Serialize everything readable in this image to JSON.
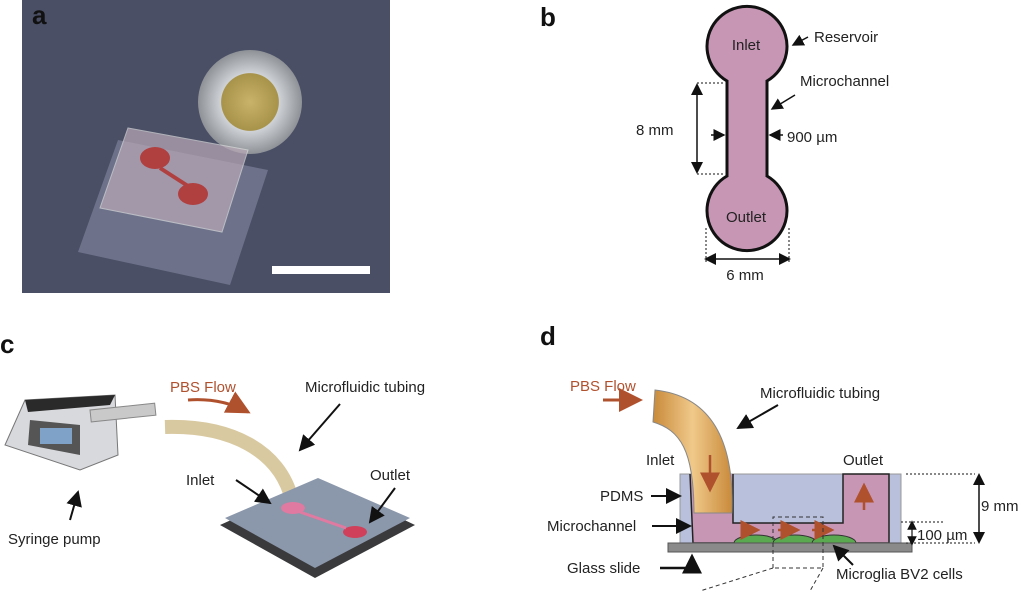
{
  "panels": {
    "a": {
      "letter": "a"
    },
    "b": {
      "letter": "b",
      "inlet": "Inlet",
      "outlet": "Outlet",
      "reservoir": "Reservoir",
      "microchannel": "Microchannel",
      "length": "8 mm",
      "width": "900 µm",
      "reservoir_width": "6 mm"
    },
    "c": {
      "letter": "c",
      "pbs_flow": "PBS Flow",
      "tubing": "Microfluidic tubing",
      "inlet": "Inlet",
      "outlet": "Outlet",
      "pump": "Syringe pump"
    },
    "d": {
      "letter": "d",
      "pbs_flow": "PBS Flow",
      "tubing": "Microfluidic tubing",
      "inlet": "Inlet",
      "outlet": "Outlet",
      "pdms": "PDMS",
      "microchannel": "Microchannel",
      "glass": "Glass slide",
      "cells": "Microglia BV2 cells",
      "height": "9 mm",
      "channel_height": "100 µm"
    }
  },
  "colors": {
    "channel": "#c796b4",
    "pdms": "#b8c0dc",
    "flow": "#b0512e",
    "cells": "#5aa84f",
    "photo_bg": "#4a4f66"
  }
}
